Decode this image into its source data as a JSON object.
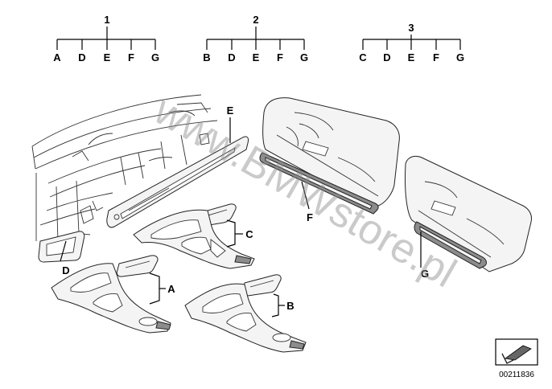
{
  "watermark": "www.BMWstore.pl",
  "reference_number": "00211836",
  "trees": [
    {
      "number": "1",
      "variants": [
        "A",
        "D",
        "E",
        "F",
        "G"
      ]
    },
    {
      "number": "2",
      "variants": [
        "B",
        "D",
        "E",
        "F",
        "G"
      ]
    },
    {
      "number": "3",
      "variants": [
        "C",
        "D",
        "E",
        "F",
        "G"
      ]
    }
  ],
  "callouts": {
    "E": "E",
    "F": "F",
    "C": "C",
    "D": "D",
    "A": "A",
    "B": "B",
    "G": "G"
  }
}
